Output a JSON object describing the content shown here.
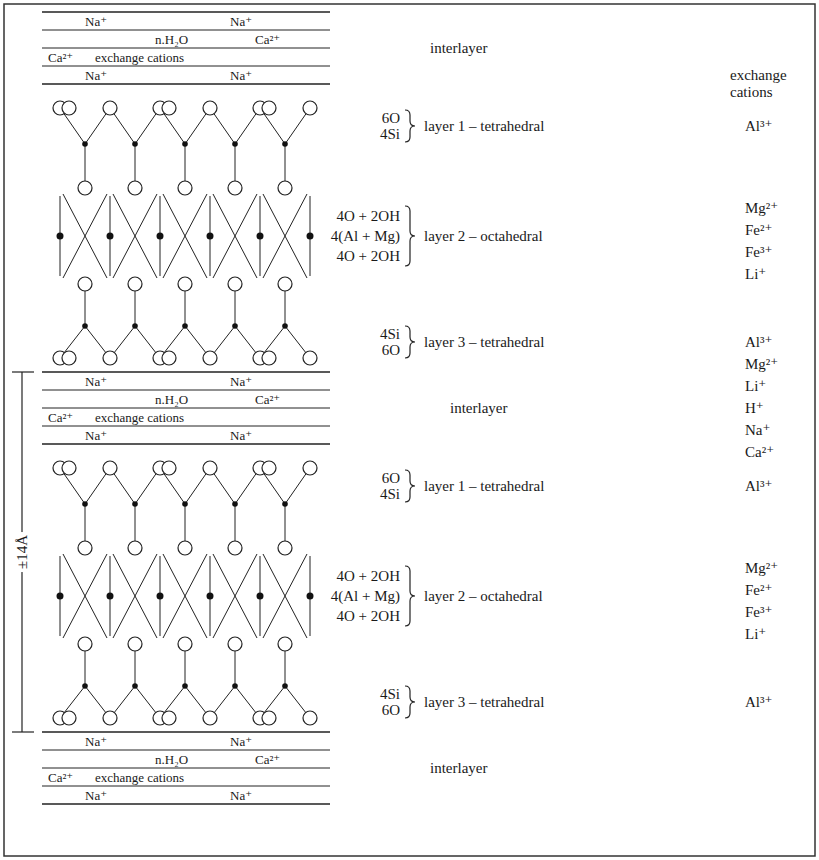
{
  "diagram": {
    "labels": [
      "Na⁺",
      "Na⁺",
      "n.H₂O",
      "Ca²⁺",
      "Ca²⁺",
      "exchange cations",
      "Na⁺",
      "Na⁺",
      "interlayer",
      "exchange cations",
      "6O",
      "4Si",
      "layer 1 – tetrahedral",
      "Al³⁺",
      "4O + 2OH",
      "4(Al + Mg)",
      "4O + 2OH",
      "layer 2 – octahedral",
      "Mg²⁺",
      "Fe²⁺",
      "Fe³⁺",
      "Li⁺",
      "4Si",
      "6O",
      "layer 3 – tetrahedral",
      "Al³⁺",
      "±14Å",
      "Mg²⁺",
      "Li⁺",
      "H⁺",
      "Na⁺",
      "Ca²⁺",
      "Na⁺",
      "Na⁺",
      "n.H₂O",
      "Ca²⁺",
      "Ca²⁺",
      "exchange cations",
      "Na⁺",
      "Na⁺",
      "interlayer",
      "6O",
      "4Si",
      "layer 1 – tetrahedral",
      "Al³⁺",
      "4O + 2OH",
      "4(Al + Mg)",
      "4O + 2OH",
      "layer 2 – octahedral",
      "Mg²⁺",
      "Fe²⁺",
      "Fe³⁺",
      "Li⁺",
      "4Si",
      "6O",
      "layer 3 – tetrahedral",
      "Al³⁺",
      "Na⁺",
      "Na⁺",
      "n.H₂O",
      "Ca²⁺",
      "Ca²⁺",
      "exchange cations",
      "Na⁺",
      "Na⁺",
      "interlayer"
    ]
  }
}
